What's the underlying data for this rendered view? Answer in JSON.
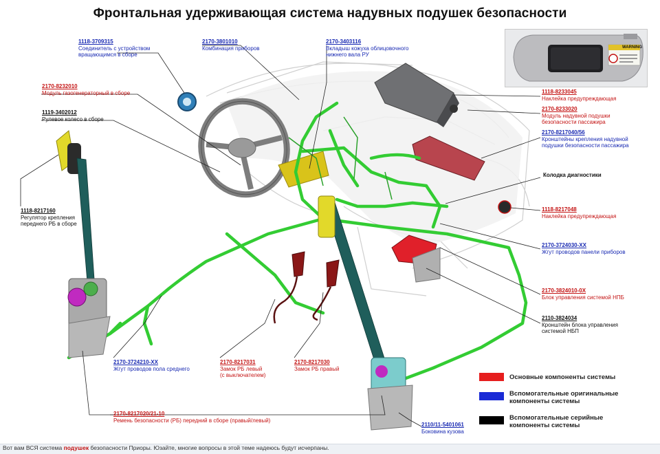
{
  "title": "Фронтальная удерживающая система надувных подушек безопасности",
  "labels": {
    "l1": {
      "code": "1118-3709315",
      "name": [
        "Соединитель с устройством",
        "вращающимся в сборе"
      ]
    },
    "l2": {
      "code": "2170-3801010",
      "name": [
        "Комбинация приборов"
      ]
    },
    "l3": {
      "code": "2170-3403116",
      "name": [
        "Вкладыш кожуха облицовочного",
        "нижнего вала РУ"
      ]
    },
    "l4": {
      "code": "2170-8232010",
      "name": [
        "Модуль газогенераторный в сборе"
      ]
    },
    "l5": {
      "code": "1119-3402012",
      "name": [
        "Рулевое колесо в сборе"
      ]
    },
    "l6": {
      "code": "1118-8217160",
      "name": [
        "Регулятор крепления",
        "переднего РБ в сборе"
      ]
    },
    "l7": {
      "code": "1118-8233045",
      "name": [
        "Наклейка предупреждающая"
      ]
    },
    "l8": {
      "code": "2170-8233020",
      "name": [
        "Модуль надувной подушки",
        "безопасности пассажира"
      ]
    },
    "l9": {
      "code": "2170-8217040/56",
      "name": [
        "Кронштейны крепления надувной",
        "подушки безопасности пассажира"
      ]
    },
    "l10": {
      "code": "",
      "name": [
        "Колодка диагностики"
      ]
    },
    "l11": {
      "code": "1118-8217048",
      "name": [
        "Наклейка предупреждающая"
      ]
    },
    "l12": {
      "code": "2170-3724030-XX",
      "name": [
        "Жгут проводов панели приборов"
      ]
    },
    "l13": {
      "code": "2170-3824010-0X",
      "name": [
        "Блок управления системой НПБ"
      ]
    },
    "l14": {
      "code": "2110-3824034",
      "name": [
        "Кронштейн блока управления",
        "системой НБП"
      ]
    },
    "l15": {
      "code": "2170-3724210-XX",
      "name": [
        "Жгут проводов пола среднего"
      ]
    },
    "l16": {
      "code": "2170-8217031",
      "name": [
        "Замок РБ левый",
        "(с выключателем)"
      ]
    },
    "l17": {
      "code": "2170-8217030",
      "name": [
        "Замок РБ правый"
      ]
    },
    "l18": {
      "code": "2170-8217020/21-10",
      "name": [
        "Ремень безопасности (РБ) передний в сборе (правый/левый)"
      ]
    },
    "l19": {
      "code": "2110/11-5401061",
      "name": [
        "Боковина кузова"
      ]
    }
  },
  "photo": {
    "warning_text": "WARNING"
  },
  "legend": [
    {
      "label": "Основные компоненты системы",
      "color": "#e61e1e"
    },
    {
      "label": "Вспомогательные оригинальные компоненты системы",
      "color": "#1a2bd6"
    },
    {
      "label": "Вспомогательные серийные компоненты системы",
      "color": "#000000"
    }
  ],
  "colors": {
    "harness": "#33cc33",
    "belt": "#1f5e5b",
    "code_blue": "#1a2bb3",
    "code_red": "#c41414"
  },
  "footer": {
    "prefix": "Вот вам ВСЯ система ",
    "highlight": "подушек",
    "suffix": " безопасности Приоры. Юзайте, многие вопросы в этой теме надеюсь будут исчерпаны."
  }
}
